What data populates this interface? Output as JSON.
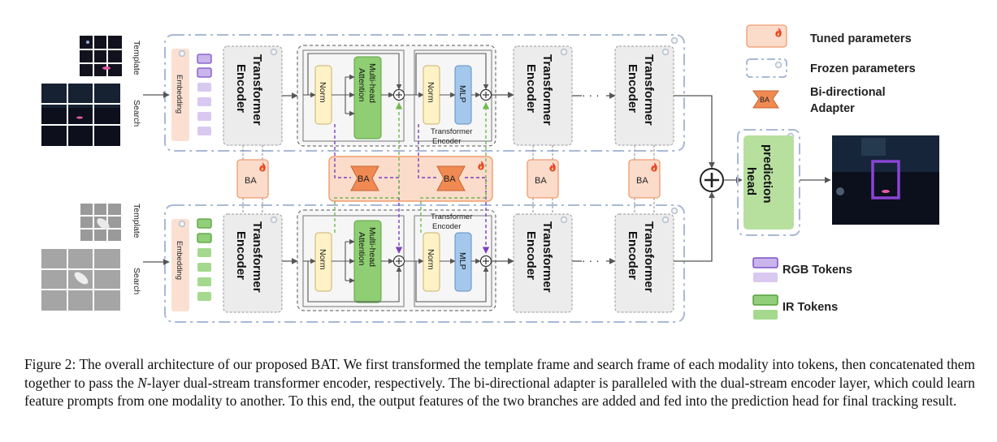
{
  "labels": {
    "template": "Template",
    "search": "Search",
    "embedding": "Embedding",
    "transformer_encoder_line1": "Transformer",
    "transformer_encoder_line2": "Encoder",
    "norm": "Norm",
    "mha_line1": "Multi-head",
    "mha_line2": "Attention",
    "mlp": "MLP",
    "inner_encoder_line1": "Transformer",
    "inner_encoder_line2": "Encoder",
    "ba": "BA",
    "prediction_head_line1": "prediction",
    "prediction_head_line2": "head",
    "dots": "· · ·"
  },
  "legend": {
    "tuned": "Tuned parameters",
    "frozen": "Frozen parameters",
    "adapter_line1": "Bi-directional",
    "adapter_line2": "Adapter",
    "rgb_tokens": "RGB Tokens",
    "ir_tokens": "IR Tokens"
  },
  "caption": {
    "figure_label": "Figure 2:",
    "text_part1": "The overall architecture of our proposed BAT. We first transformed the template frame and search frame of each modality into tokens, then concatenated them together to pass the ",
    "n_symbol": "N",
    "text_part2": "-layer dual-stream transformer encoder, respectively. The bi-directional adapter is paralleled with the dual-stream encoder layer, which could learn feature prompts from one modality to another. To this end, the output features of the two branches are added and fed into the prediction head for final tracking result."
  },
  "colors": {
    "frozen_border": "#a9b9d6",
    "tuned_fill": "#fbdccb",
    "tuned_border": "#ef9b6c",
    "ba_fill": "#f08a52",
    "norm_fill": "#fff2c6",
    "mha_fill": "#8fce73",
    "mlp_fill": "#a4c8ec",
    "rgb_token": "#cab5ea",
    "rgb_token_border": "#7b52c8",
    "ir_token": "#92cf7a",
    "ir_token_border": "#55a13b",
    "purple_arrow": "#7a3fbf",
    "green_arrow": "#6fba4f",
    "prediction_fill": "#b7e09f",
    "bbox": "#8a44d6"
  }
}
